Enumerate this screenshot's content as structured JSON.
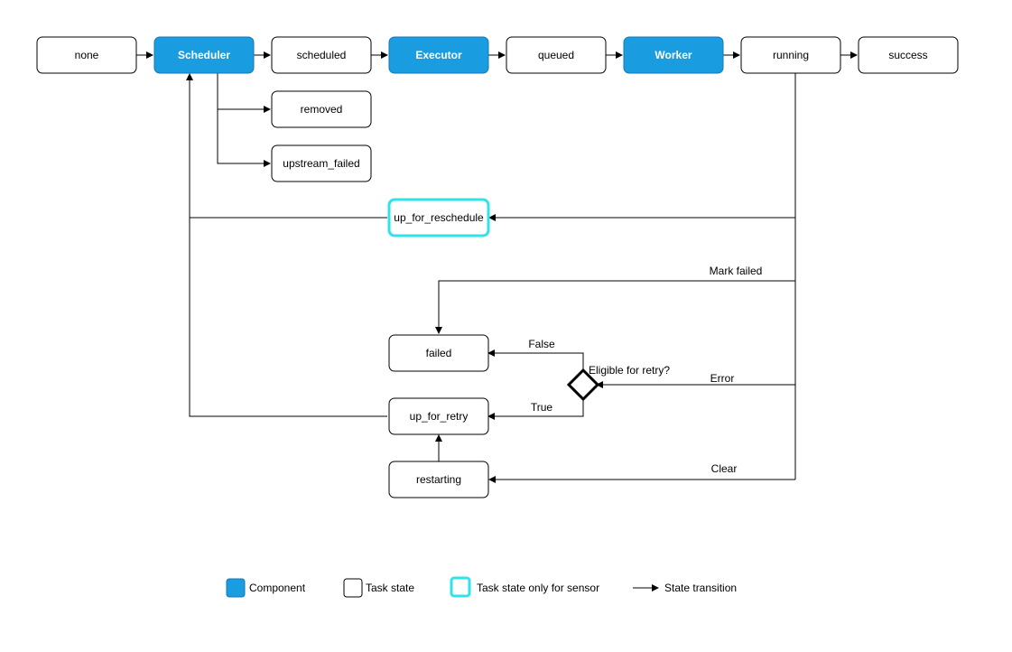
{
  "nodes": {
    "none": {
      "label": "none",
      "kind": "state"
    },
    "scheduler": {
      "label": "Scheduler",
      "kind": "component"
    },
    "scheduled": {
      "label": "scheduled",
      "kind": "state"
    },
    "executor": {
      "label": "Executor",
      "kind": "component"
    },
    "queued": {
      "label": "queued",
      "kind": "state"
    },
    "worker": {
      "label": "Worker",
      "kind": "component"
    },
    "running": {
      "label": "running",
      "kind": "state"
    },
    "success": {
      "label": "success",
      "kind": "state"
    },
    "removed": {
      "label": "removed",
      "kind": "state"
    },
    "upstream_failed": {
      "label": "upstream_failed",
      "kind": "state"
    },
    "up_for_reschedule": {
      "label": "up_for_reschedule",
      "kind": "sensor"
    },
    "failed": {
      "label": "failed",
      "kind": "state"
    },
    "up_for_retry": {
      "label": "up_for_retry",
      "kind": "state"
    },
    "restarting": {
      "label": "restarting",
      "kind": "state"
    }
  },
  "decision": {
    "label": "Eligible for retry?"
  },
  "edges": [
    {
      "from": "none",
      "to": "scheduler",
      "label": ""
    },
    {
      "from": "scheduler",
      "to": "scheduled",
      "label": ""
    },
    {
      "from": "scheduled",
      "to": "executor",
      "label": ""
    },
    {
      "from": "executor",
      "to": "queued",
      "label": ""
    },
    {
      "from": "queued",
      "to": "worker",
      "label": ""
    },
    {
      "from": "worker",
      "to": "running",
      "label": ""
    },
    {
      "from": "running",
      "to": "success",
      "label": ""
    },
    {
      "from": "scheduler",
      "to": "removed",
      "label": ""
    },
    {
      "from": "scheduler",
      "to": "upstream_failed",
      "label": ""
    },
    {
      "from": "running",
      "to": "up_for_reschedule",
      "label": ""
    },
    {
      "from": "up_for_reschedule",
      "to": "scheduler",
      "label": ""
    },
    {
      "from": "running",
      "to": "failed",
      "label": "Mark failed"
    },
    {
      "from": "running",
      "to": "decision",
      "label": "Error"
    },
    {
      "from": "decision",
      "to": "failed",
      "label": "False"
    },
    {
      "from": "decision",
      "to": "up_for_retry",
      "label": "True"
    },
    {
      "from": "up_for_retry",
      "to": "scheduler",
      "label": ""
    },
    {
      "from": "restarting",
      "to": "up_for_retry",
      "label": ""
    },
    {
      "from": "running",
      "to": "restarting",
      "label": "Clear"
    }
  ],
  "legend": {
    "component": "Component",
    "task_state": "Task state",
    "sensor_state": "Task state only for sensor",
    "transition": "State transition"
  },
  "colors": {
    "component_fill": "#1a9de0",
    "component_stroke": "#1577b0",
    "sensor_stroke": "#2ee3ea",
    "line": "#000000"
  }
}
